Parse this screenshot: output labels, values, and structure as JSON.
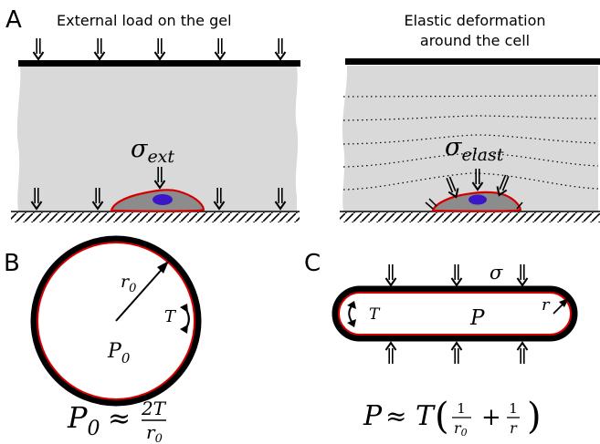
{
  "panels": {
    "a": {
      "letter": "A",
      "left_caption": "External load on the gel",
      "right_caption_line1": "Elastic deformation",
      "right_caption_line2": "around the cell",
      "sigma_ext_base": "σ",
      "sigma_ext_sub": "ext",
      "sigma_elast_base": "σ",
      "sigma_elast_sub": "elast"
    },
    "b": {
      "letter": "B",
      "radius_base": "r",
      "radius_sub": "0",
      "tension": "T",
      "pressure_base": "P",
      "pressure_sub": "0",
      "formula": {
        "lhs_base": "P",
        "lhs_sub": "0",
        "approx": "≈",
        "numerator": "2T",
        "denominator_base": "r",
        "denominator_sub": "0"
      }
    },
    "c": {
      "letter": "C",
      "stress": "σ",
      "radius": "r",
      "tension": "T",
      "pressure": "P",
      "formula": {
        "lhs": "P",
        "approx": "≈",
        "factor": "T",
        "lparen": "(",
        "rparen": ")",
        "one_a": "1",
        "den_a_base": "r",
        "den_a_sub": "0",
        "plus": "+",
        "one_b": "1",
        "den_b": "r"
      }
    }
  },
  "colors": {
    "gel": "#d9d9d9",
    "cell_body": "#8c8c8c",
    "cell_membrane": "#d40000",
    "nucleus": "#3a18c8",
    "plate": "#000000"
  }
}
